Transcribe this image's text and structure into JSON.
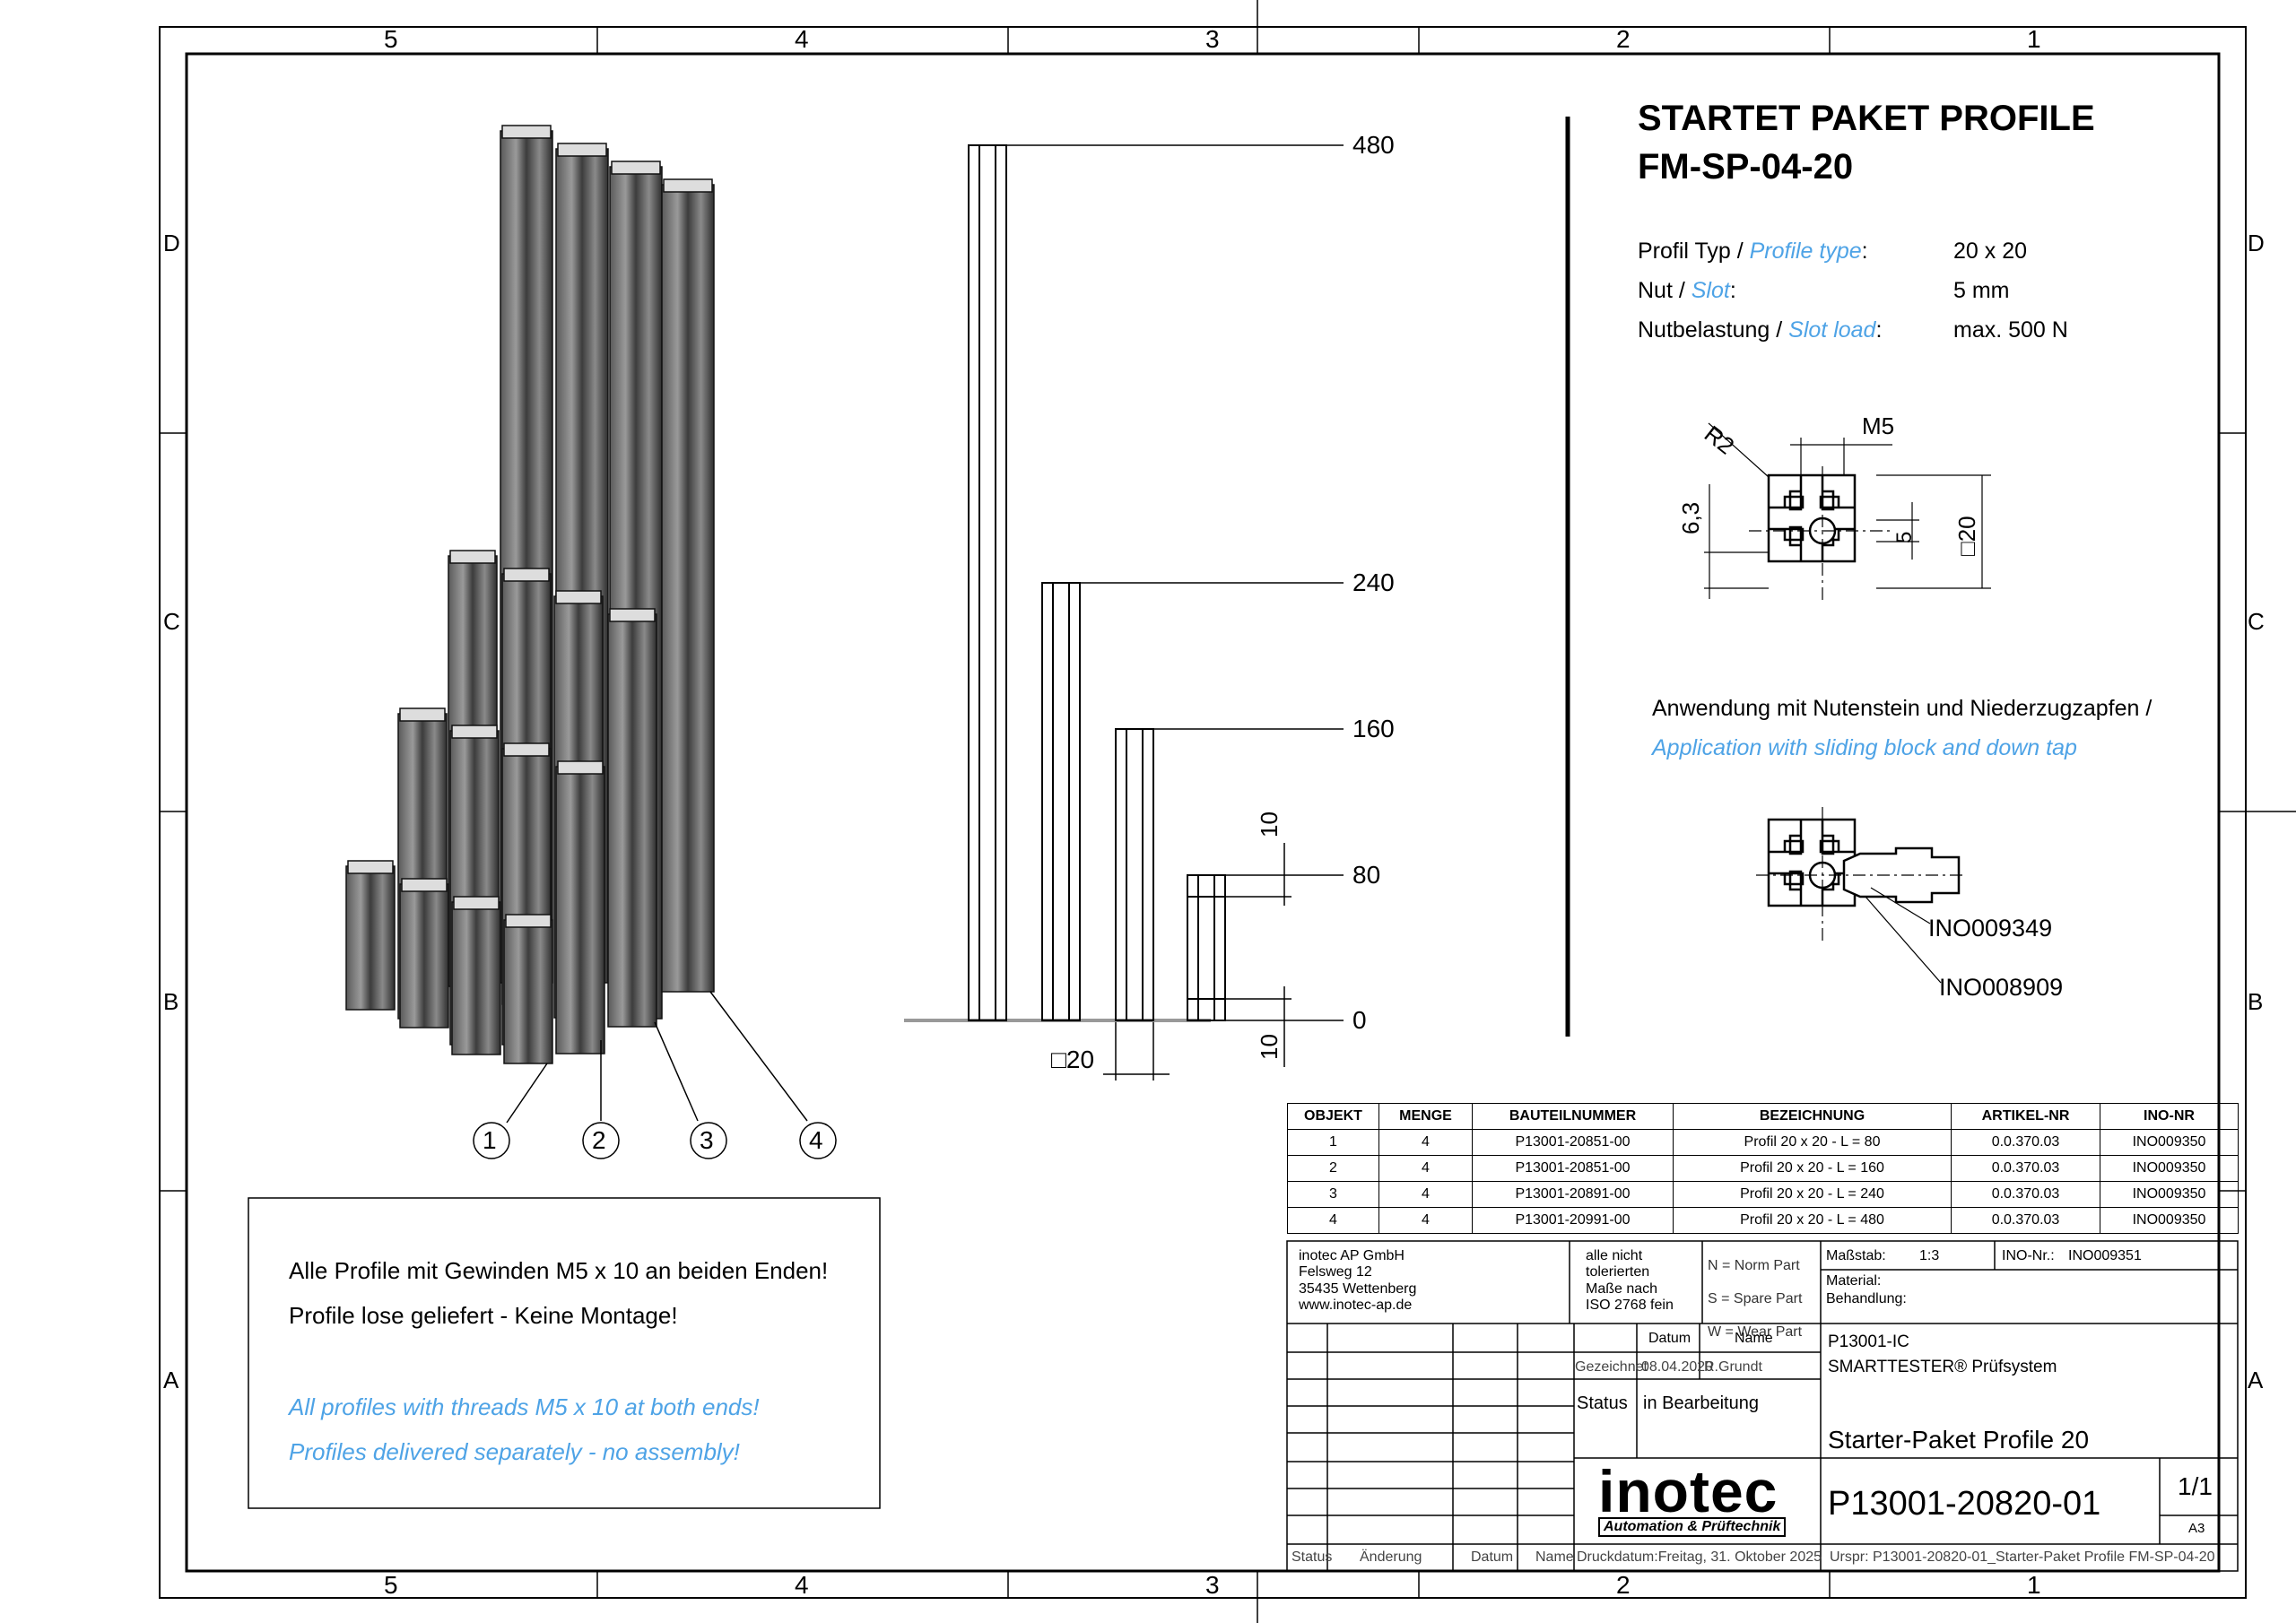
{
  "frame": {
    "top_columns": [
      "5",
      "4",
      "3",
      "2",
      "1"
    ],
    "bottom_columns": [
      "5",
      "4",
      "3",
      "2",
      "1"
    ],
    "left_rows": [
      "D",
      "C",
      "B",
      "A"
    ],
    "right_rows": [
      "D",
      "C",
      "B",
      "A"
    ]
  },
  "title": {
    "line1": "STARTET PAKET PROFILE",
    "line2": "FM-SP-04-20"
  },
  "specs": [
    {
      "label_de": "Profil Typ / ",
      "label_en": "Profile type",
      "suffix": ":",
      "value": "20 x 20"
    },
    {
      "label_de": "Nut / ",
      "label_en": "Slot",
      "suffix": ":",
      "value": "5 mm"
    },
    {
      "label_de": "Nutbelastung / ",
      "label_en": "Slot load",
      "suffix": ":",
      "value": "max. 500 N"
    }
  ],
  "profile_section": {
    "dims": {
      "radius": "R2",
      "thread": "M5",
      "height": "6,3",
      "slot": "5",
      "square": "□20"
    }
  },
  "application": {
    "de": "Anwendung mit Nutenstein und Niederzugzapfen /",
    "en": "Application with sliding block and down tap",
    "part1": "INO009349",
    "part2": "INO008909"
  },
  "elevation": {
    "heights": [
      "480",
      "240",
      "160",
      "80",
      "0"
    ],
    "small_dims": [
      "10",
      "10"
    ],
    "width": "□20"
  },
  "callouts": [
    "1",
    "2",
    "3",
    "4"
  ],
  "notes": {
    "de1": "Alle Profile mit Gewinden M5 x 10 an beiden Enden!",
    "de2": "Profile lose geliefert - Keine Montage!",
    "en1": "All profiles with threads M5 x 10 at both ends!",
    "en2": "Profiles delivered separately - no assembly!"
  },
  "bom": {
    "headers": [
      "OBJEKT",
      "MENGE",
      "BAUTEILNUMMER",
      "BEZEICHNUNG",
      "ARTIKEL-NR",
      "INO-NR"
    ],
    "rows": [
      [
        "1",
        "4",
        "P13001-20851-00",
        "Profil 20 x 20 - L = 80",
        "0.0.370.03",
        "INO009350"
      ],
      [
        "2",
        "4",
        "P13001-20851-00",
        "Profil 20 x 20 - L = 160",
        "0.0.370.03",
        "INO009350"
      ],
      [
        "3",
        "4",
        "P13001-20891-00",
        "Profil 20 x 20 - L = 240",
        "0.0.370.03",
        "INO009350"
      ],
      [
        "4",
        "4",
        "P13001-20991-00",
        "Profil 20 x 20 - L = 480",
        "0.0.370.03",
        "INO009350"
      ]
    ]
  },
  "titleblock": {
    "company": [
      "inotec AP GmbH",
      "Felsweg 12",
      "35435 Wettenberg",
      "www.inotec-ap.de"
    ],
    "tolerance": [
      "alle nicht",
      "tolerierten",
      "Maße nach",
      "ISO 2768 fein"
    ],
    "part_types": [
      "N = Norm Part",
      "S = Spare Part",
      "W = Wear Part"
    ],
    "scale_label": "Maßstab:",
    "scale": "1:3",
    "ino_label": "INO-Nr.:",
    "ino": "INO009351",
    "material_label": "Material:",
    "treatment_label": "Behandlung:",
    "date_header": "Datum",
    "name_header": "Name",
    "drawn_label": "Gezeichnet",
    "drawn_date": "08.04.2020",
    "drawn_name": "R.Grundt",
    "status_label": "Status",
    "status_value": "in Bearbeitung",
    "project": "P13001-IC",
    "system": "SMARTTESTER® Prüfsystem",
    "drawing_title": "Starter-Paket Profile 20",
    "drawing_number": "P13001-20820-01",
    "sheet": "1/1",
    "format": "A3",
    "logo_text": "inotec",
    "logo_sub": "Automation & Prüftechnik",
    "rev_headers": [
      "Status",
      "Änderung",
      "Datum",
      "Name"
    ],
    "print_date": "Druckdatum:Freitag, 31. Oktober 2025",
    "origin": "Urspr: P13001-20820-01_Starter-Paket Profile FM-SP-04-20"
  }
}
